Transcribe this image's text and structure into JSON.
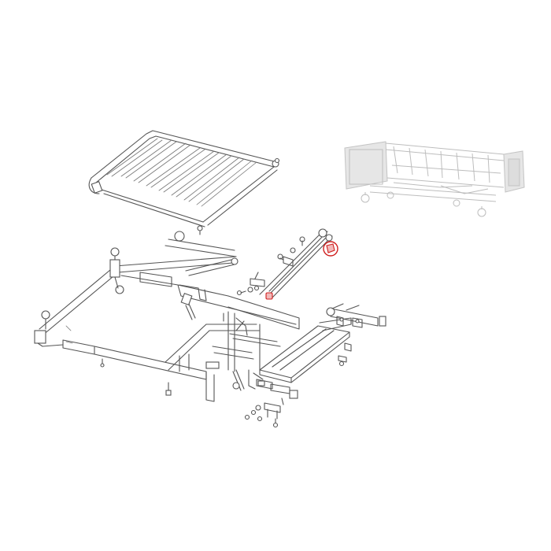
{
  "diagram": {
    "parts": [
      {
        "name": "side-rail"
      },
      {
        "name": "base-frame"
      },
      {
        "name": "backrest-section"
      },
      {
        "name": "leg-section"
      },
      {
        "name": "extension-bar"
      },
      {
        "name": "highlighted-part"
      },
      {
        "name": "reference-bed-view"
      }
    ],
    "colors": {
      "line": "#555555",
      "ghost": "#bdbdbd",
      "highlight": "#d02020",
      "background": "#ffffff"
    }
  }
}
